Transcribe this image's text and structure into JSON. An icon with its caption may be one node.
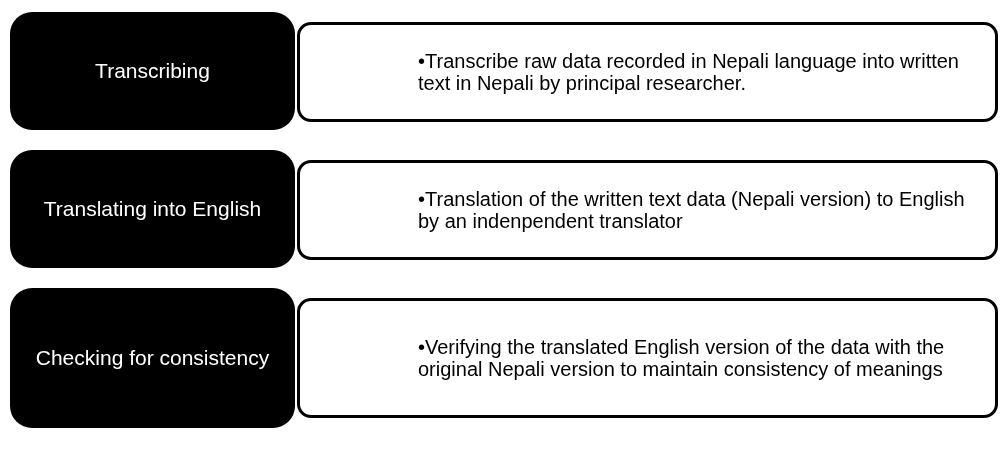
{
  "diagram": {
    "nodes": [
      {
        "text": [
          "Transcribing"
        ]
      },
      {
        "text": [
          "•Transcribe raw data recorded in Nepali language into written text in Nepali by principal researcher."
        ]
      },
      {
        "text": [
          "Translating into English"
        ]
      },
      {
        "text": [
          "•Translation of the written text data (Nepali version) to English by an indenpendent translator"
        ]
      },
      {
        "text": [
          "Checking for consistency"
        ]
      },
      {
        "text": [
          "•Verifying the translated English version of the data with the original Nepali version to maintain consistency of meanings"
        ]
      }
    ]
  }
}
